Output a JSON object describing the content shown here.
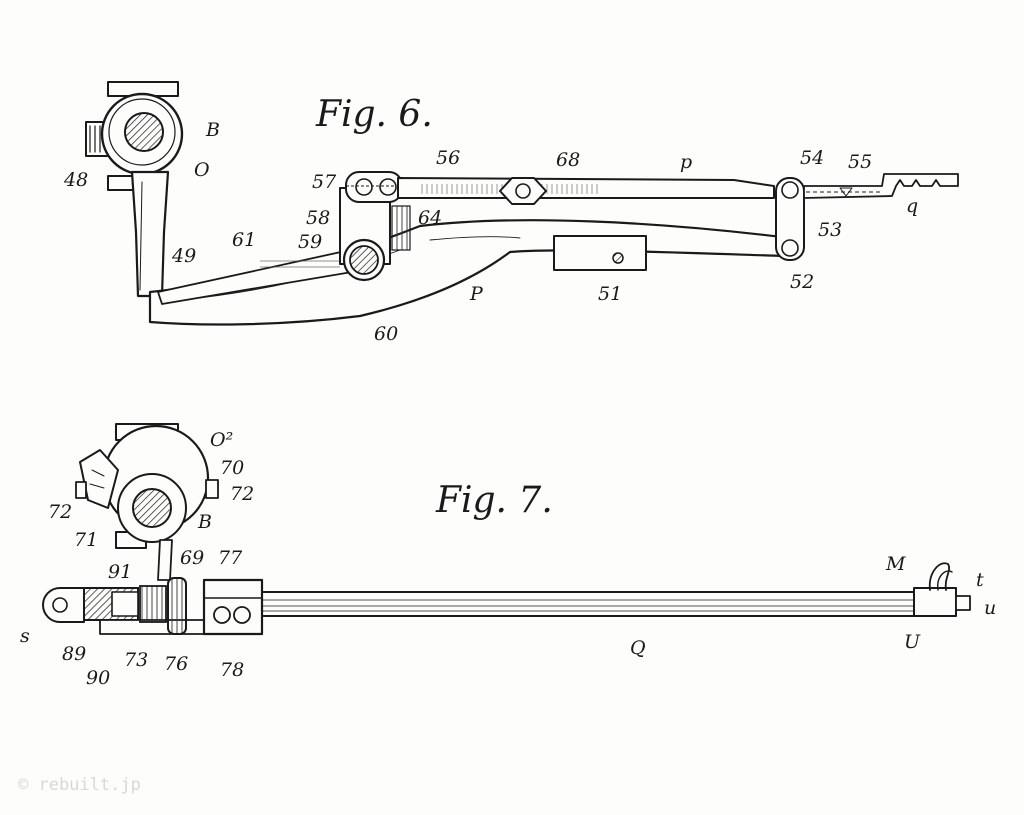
{
  "figures": {
    "fig6": {
      "title": "Fig. 6.",
      "labels": {
        "B": "B",
        "O": "O",
        "n48": "48",
        "n49": "49",
        "n61": "61",
        "n57": "57",
        "n56": "56",
        "n58": "58",
        "n59": "59",
        "n64": "64",
        "n60": "60",
        "n68": "68",
        "p_small": "p",
        "P_big": "P",
        "n51": "51",
        "n54": "54",
        "n55": "55",
        "n53": "53",
        "n52": "52",
        "q": "q"
      }
    },
    "fig7": {
      "title": "Fig. 7.",
      "labels": {
        "O2": "O²",
        "n70": "70",
        "n72a": "72",
        "n72b": "72",
        "n71": "71",
        "B": "B",
        "n69": "69",
        "n77": "77",
        "n91": "91",
        "s": "s",
        "n89": "89",
        "n90": "90",
        "n73": "73",
        "n76": "76",
        "n78": "78",
        "Q": "Q",
        "M": "M",
        "t": "t",
        "U": "U",
        "u": "u"
      }
    }
  },
  "watermark": "© rebuilt.jp",
  "colors": {
    "ink": "#1a1a1a",
    "paper": "#fdfdfb",
    "watermark": "#d8d8d8"
  }
}
